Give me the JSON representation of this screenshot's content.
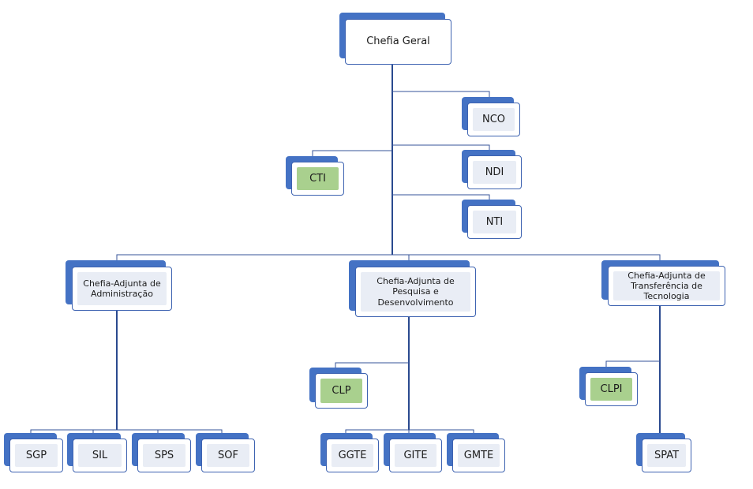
{
  "colors": {
    "line": "#35539a",
    "trunk": "#2a4a8f",
    "shadow_blue": "#4472c4",
    "inner_blue": "#e9edf5",
    "box_bg": "#ffffff",
    "green_shadow": "#4472c4",
    "green_fill": "#a9d08e"
  },
  "nodes": {
    "chefia_geral": "Chefia Geral",
    "nco": "NCO",
    "ndi": "NDI",
    "nti": "NTI",
    "cti": "CTI",
    "adm": "Chefia-Adjunta de Administração",
    "ped": "Chefia-Adjunta de Pesquisa e Desenvolvimento",
    "tt": "Chefia-Adjunta de Transferência de Tecnologia",
    "clp": "CLP",
    "clpi": "CLPI",
    "sgp": "SGP",
    "sil": "SIL",
    "sps": "SPS",
    "sof": "SOF",
    "ggte": "GGTE",
    "gite": "GITE",
    "gmte": "GMTE",
    "spat": "SPAT"
  }
}
